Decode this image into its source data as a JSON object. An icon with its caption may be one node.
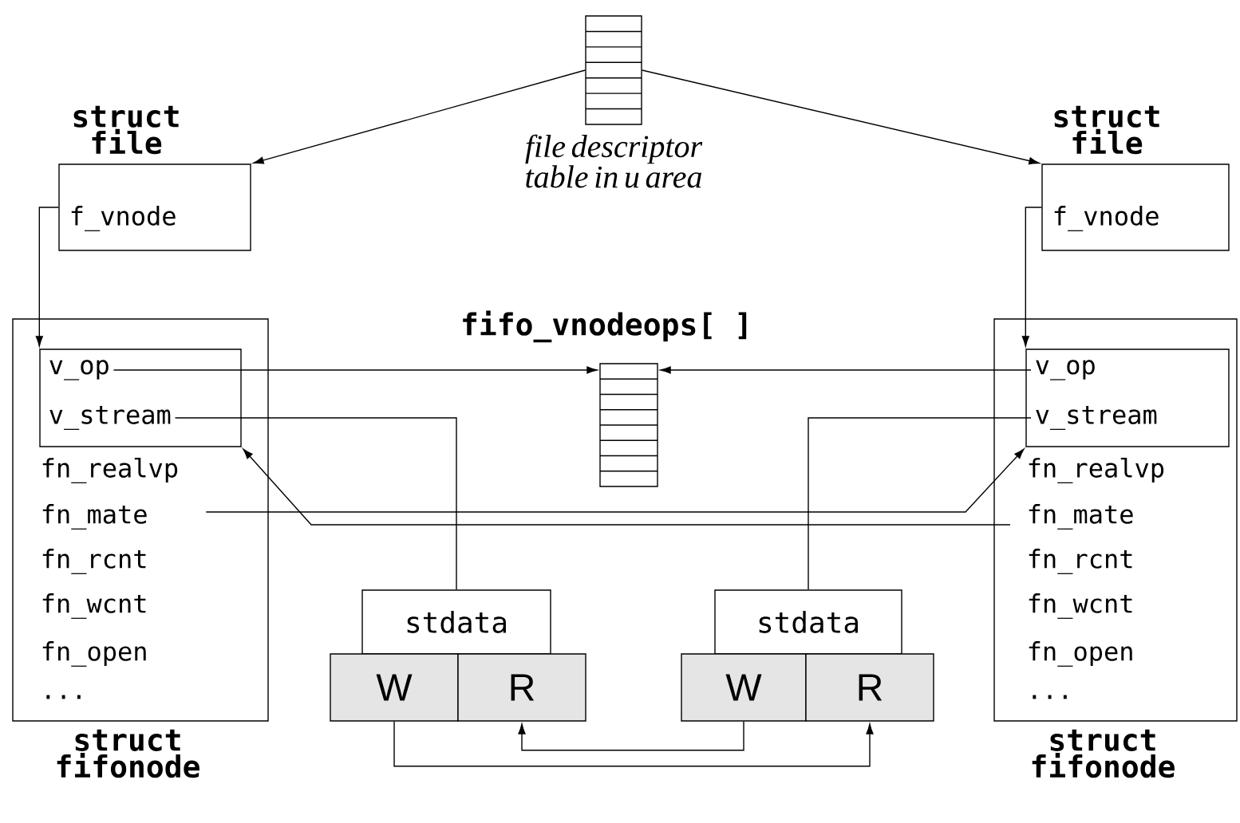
{
  "diagram": {
    "nodes": [
      {
        "text": [],
        "shape": "box",
        "beside": [
          "file descriptor table in u area"
        ]
      },
      {
        "text": [
          "struct file",
          "f_vnode"
        ]
      },
      {
        "text": [
          "struct file",
          "f_vnode"
        ]
      },
      {
        "text": [],
        "shape": "box",
        "beside": [
          "fifo_vnodeops[ ]"
        ]
      },
      {
        "text": [
          "fn_realvp",
          "fn_rcnt",
          "fn_wcnt",
          "fn_open",
          "...",
          "struct fifonode"
        ]
      },
      {
        "text": [],
        "shape": "box",
        "in": 4
      },
      {
        "text": [
          "v_op"
        ],
        "in": 5
      },
      {
        "text": [
          "v_stream"
        ],
        "in": 5
      },
      {
        "text": [
          "fn_mate"
        ],
        "in": 4
      },
      {
        "text": [
          "fn_realvp",
          "fn_rcnt",
          "fn_wcnt",
          "fn_open",
          "...",
          "struct fifonode"
        ]
      },
      {
        "text": [],
        "shape": "box",
        "in": 9
      },
      {
        "text": [
          "v_op"
        ],
        "in": 10
      },
      {
        "text": [
          "v_stream"
        ],
        "in": 10
      },
      {
        "text": [
          "fn_mate"
        ],
        "in": 9
      },
      {
        "text": [
          "stdata"
        ]
      },
      {
        "text": [
          "W"
        ]
      },
      {
        "text": [
          "R"
        ]
      },
      {
        "text": [
          "stdata"
        ]
      },
      {
        "text": [
          "W"
        ]
      },
      {
        "text": [
          "R"
        ]
      }
    ],
    "edges": [
      {
        "from": 0,
        "to": 1,
        "arrow": "to"
      },
      {
        "from": 0,
        "to": 2,
        "arrow": "to"
      },
      {
        "from": 1,
        "to": 5,
        "arrow": "to"
      },
      {
        "from": 2,
        "to": 10,
        "arrow": "to"
      },
      {
        "from": 6,
        "to": 3,
        "arrow": "to"
      },
      {
        "from": 11,
        "to": 3,
        "arrow": "to"
      },
      {
        "from": 7,
        "to": 14,
        "arrow": "none"
      },
      {
        "from": 12,
        "to": 17,
        "arrow": "none"
      },
      {
        "from": 8,
        "to": 10,
        "arrow": "to"
      },
      {
        "from": 13,
        "to": 5,
        "arrow": "to"
      },
      {
        "from": 15,
        "to": 19,
        "arrow": "to"
      },
      {
        "from": 18,
        "to": 16,
        "arrow": "to"
      }
    ]
  }
}
